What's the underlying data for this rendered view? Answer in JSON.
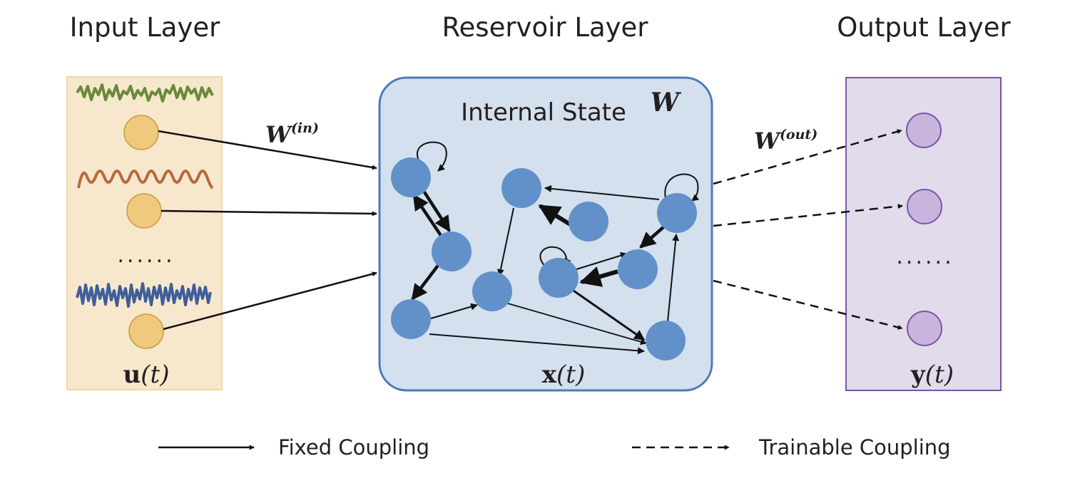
{
  "titles": {
    "input": "Input Layer",
    "reservoir": "Reservoir Layer",
    "output": "Output Layer"
  },
  "reservoir": {
    "inner_label": "Internal State",
    "matrix_label": "W",
    "state_symbol": "x",
    "state_arg": "(t)"
  },
  "input": {
    "ellipsis": "......",
    "symbol": "u",
    "arg": "(t)",
    "signal_colors": [
      "#6a8a3a",
      "#b8693a",
      "#3f5f99"
    ]
  },
  "output": {
    "ellipsis": "......",
    "symbol": "y",
    "arg": "(t)"
  },
  "weights": {
    "in_base": "W",
    "in_sup": "(in)",
    "out_base": "W",
    "out_sup": "(out)"
  },
  "legend": {
    "fixed": "Fixed Coupling",
    "trainable": "Trainable Coupling"
  },
  "colors": {
    "input_panel": "#f7e8cd",
    "input_node": "#efc97d",
    "reservoir_panel": "#d4e0ed",
    "reservoir_border": "#4c7bb5",
    "reservoir_node": "#6291c9",
    "output_panel": "#e2dbec",
    "output_border": "#7a55a8",
    "output_node": "#c9b4dd"
  }
}
